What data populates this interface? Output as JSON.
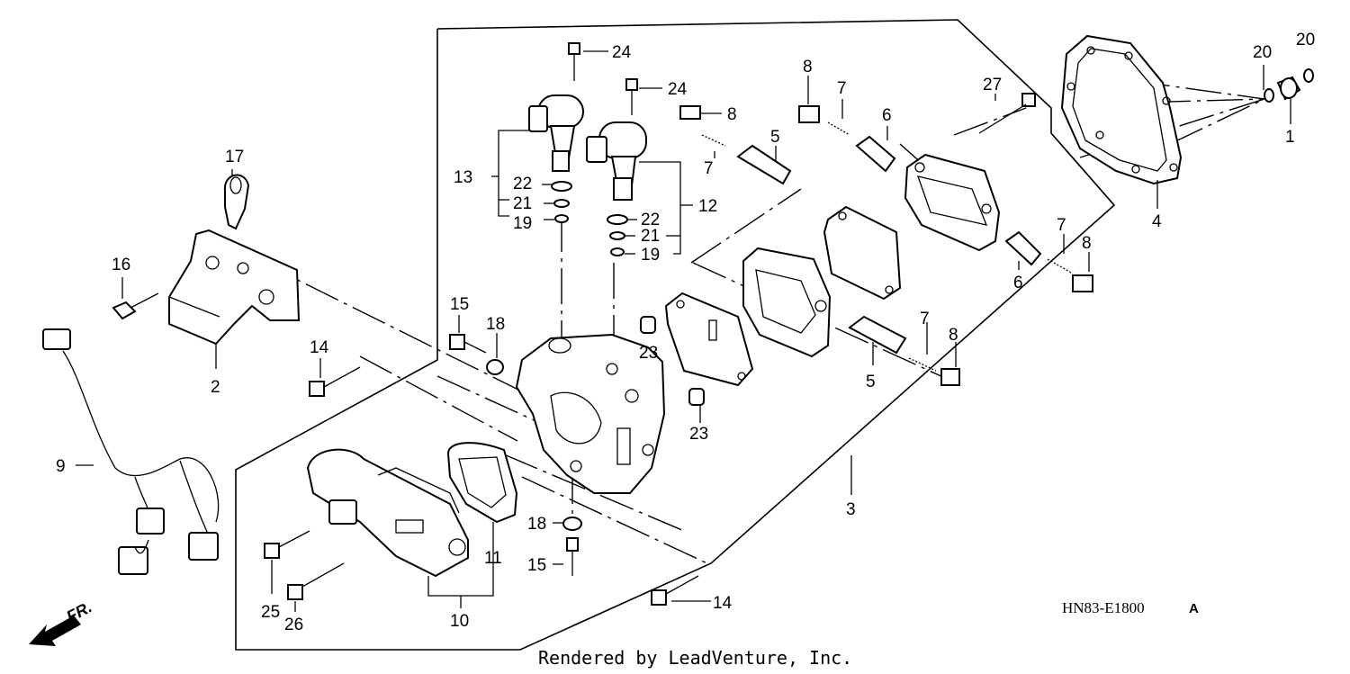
{
  "diagram": {
    "callouts": {
      "c1": "1",
      "c2": "2",
      "c3": "3",
      "c4": "4",
      "c5a": "5",
      "c5b": "5",
      "c6a": "6",
      "c6b": "6",
      "c7a": "7",
      "c7b": "7",
      "c7c": "7",
      "c7d": "7",
      "c8a": "8",
      "c8b": "8",
      "c8c": "8",
      "c8d": "8",
      "c9": "9",
      "c10": "10",
      "c11": "11",
      "c12": "12",
      "c13": "13",
      "c14a": "14",
      "c14b": "14",
      "c15a": "15",
      "c15b": "15",
      "c16": "16",
      "c17": "17",
      "c18a": "18",
      "c18b": "18",
      "c19a": "19",
      "c19b": "19",
      "c20a": "20",
      "c20b": "20",
      "c21a": "21",
      "c21b": "21",
      "c22a": "22",
      "c22b": "22",
      "c23a": "23",
      "c23b": "23",
      "c24a": "24",
      "c24b": "24",
      "c25": "25",
      "c26": "26",
      "c27": "27"
    },
    "code_main": "HN83-E1800",
    "code_suffix": "A",
    "credit": "Rendered by LeadVenture, Inc.",
    "front_label": "FR."
  }
}
